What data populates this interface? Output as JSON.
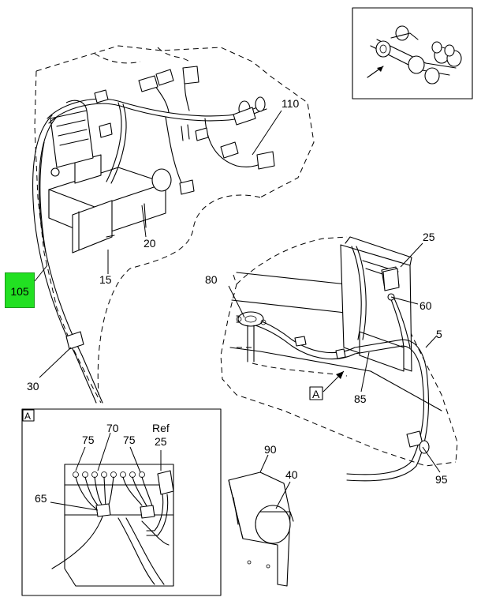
{
  "callouts": {
    "c110": "110",
    "c20": "20",
    "c15": "15",
    "c105": "105",
    "c30": "30",
    "c25": "25",
    "c80": "80",
    "c60": "60",
    "c5": "5",
    "c85": "85",
    "cA": "A",
    "c95": "95",
    "c90": "90",
    "c40": "40"
  },
  "detail": {
    "tag": "A",
    "c75a": "75",
    "c70": "70",
    "c75b": "75",
    "ref": "Ref",
    "c25": "25",
    "c65": "65"
  },
  "highlight_color": "#22e022"
}
